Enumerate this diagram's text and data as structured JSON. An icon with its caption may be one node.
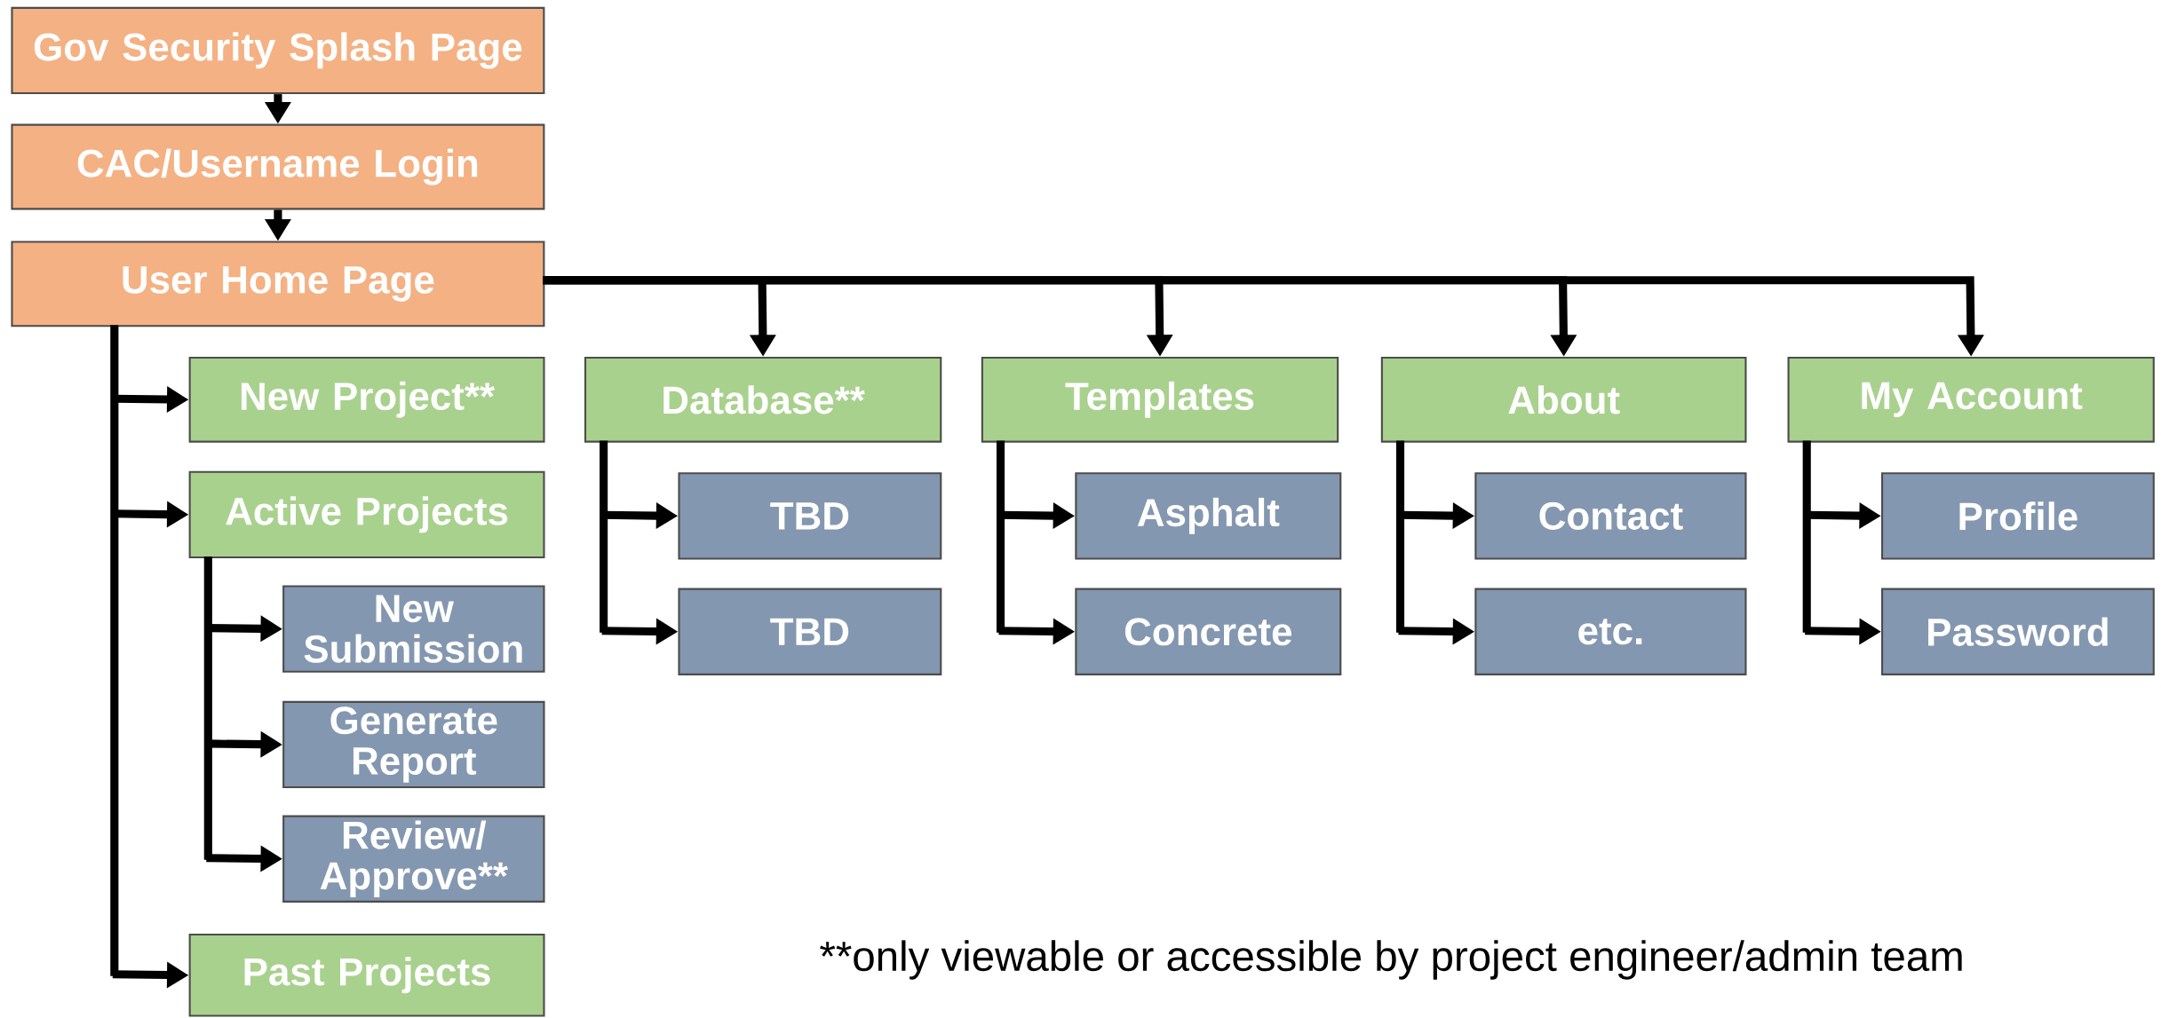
{
  "diagram": {
    "nodes": [
      {
        "text": [
          "Gov Security Splash Page"
        ]
      },
      {
        "text": [
          "CAC/Username Login"
        ]
      },
      {
        "text": [
          "User Home Page"
        ]
      },
      {
        "text": [
          "New Project**"
        ]
      },
      {
        "text": [
          "Active Projects"
        ]
      },
      {
        "text": [
          "New Submission"
        ]
      },
      {
        "text": [
          "Generate Report"
        ]
      },
      {
        "text": [
          "Review/ Approve**"
        ]
      },
      {
        "text": [
          "Past Projects"
        ]
      },
      {
        "text": [
          "Database**"
        ]
      },
      {
        "text": [
          "TBD"
        ]
      },
      {
        "text": [
          "TBD"
        ]
      },
      {
        "text": [
          "Templates"
        ]
      },
      {
        "text": [
          "Asphalt"
        ]
      },
      {
        "text": [
          "Concrete"
        ]
      },
      {
        "text": [
          "About"
        ]
      },
      {
        "text": [
          "Contact"
        ]
      },
      {
        "text": [
          "etc."
        ]
      },
      {
        "text": [
          "My Account"
        ]
      },
      {
        "text": [
          "Profile"
        ]
      },
      {
        "text": [
          "Password"
        ]
      }
    ],
    "edges": [
      {
        "from": 0,
        "to": 1,
        "arrow": "to"
      },
      {
        "from": 1,
        "to": 2,
        "arrow": "to"
      },
      {
        "from": 2,
        "to": 3,
        "arrow": "to"
      },
      {
        "from": 2,
        "to": 4,
        "arrow": "to"
      },
      {
        "from": 4,
        "to": 5,
        "arrow": "to"
      },
      {
        "from": 4,
        "to": 6,
        "arrow": "to"
      },
      {
        "from": 4,
        "to": 7,
        "arrow": "to"
      },
      {
        "from": 2,
        "to": 8,
        "arrow": "to"
      },
      {
        "from": 2,
        "to": 9,
        "arrow": "to"
      },
      {
        "from": 2,
        "to": 12,
        "arrow": "to"
      },
      {
        "from": 2,
        "to": 15,
        "arrow": "to"
      },
      {
        "from": 2,
        "to": 18,
        "arrow": "to"
      },
      {
        "from": 9,
        "to": 10,
        "arrow": "to"
      },
      {
        "from": 9,
        "to": 11,
        "arrow": "to"
      },
      {
        "from": 12,
        "to": 13,
        "arrow": "to"
      },
      {
        "from": 12,
        "to": 14,
        "arrow": "to"
      },
      {
        "from": 15,
        "to": 16,
        "arrow": "to"
      },
      {
        "from": 15,
        "to": 17,
        "arrow": "to"
      },
      {
        "from": 18,
        "to": 19,
        "arrow": "to"
      },
      {
        "from": 18,
        "to": 20,
        "arrow": "to"
      }
    ],
    "labels": [
      "**only viewable or accessible by project engineer/admin team"
    ]
  }
}
